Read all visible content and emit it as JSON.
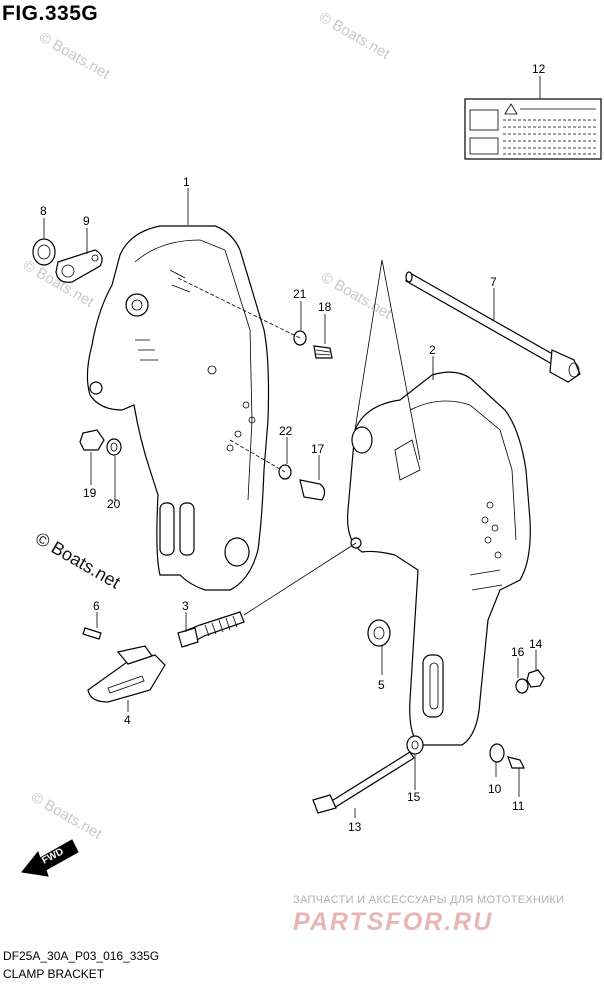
{
  "figure": {
    "title": "FIG.335G",
    "code": "DF25A_30A_P03_016_335G",
    "name": "CLAMP BRACKET",
    "fwd_label": "FWD"
  },
  "watermarks": {
    "small": "© Boats.net",
    "large": "© Boats.net"
  },
  "advert": {
    "tagline": "ЗАПЧАСТИ И АКСЕССУАРЫ ДЛЯ МОТОТЕХНИКИ",
    "logo": "PARTSFOR.RU"
  },
  "callouts": [
    "1",
    "2",
    "3",
    "4",
    "5",
    "6",
    "7",
    "8",
    "9",
    "10",
    "11",
    "12",
    "13",
    "14",
    "15",
    "16",
    "17",
    "18",
    "19",
    "20",
    "21",
    "22"
  ],
  "colors": {
    "line": "#000000",
    "watermark": "#c8c8c8",
    "advert_logo": "#e8b5b5"
  }
}
